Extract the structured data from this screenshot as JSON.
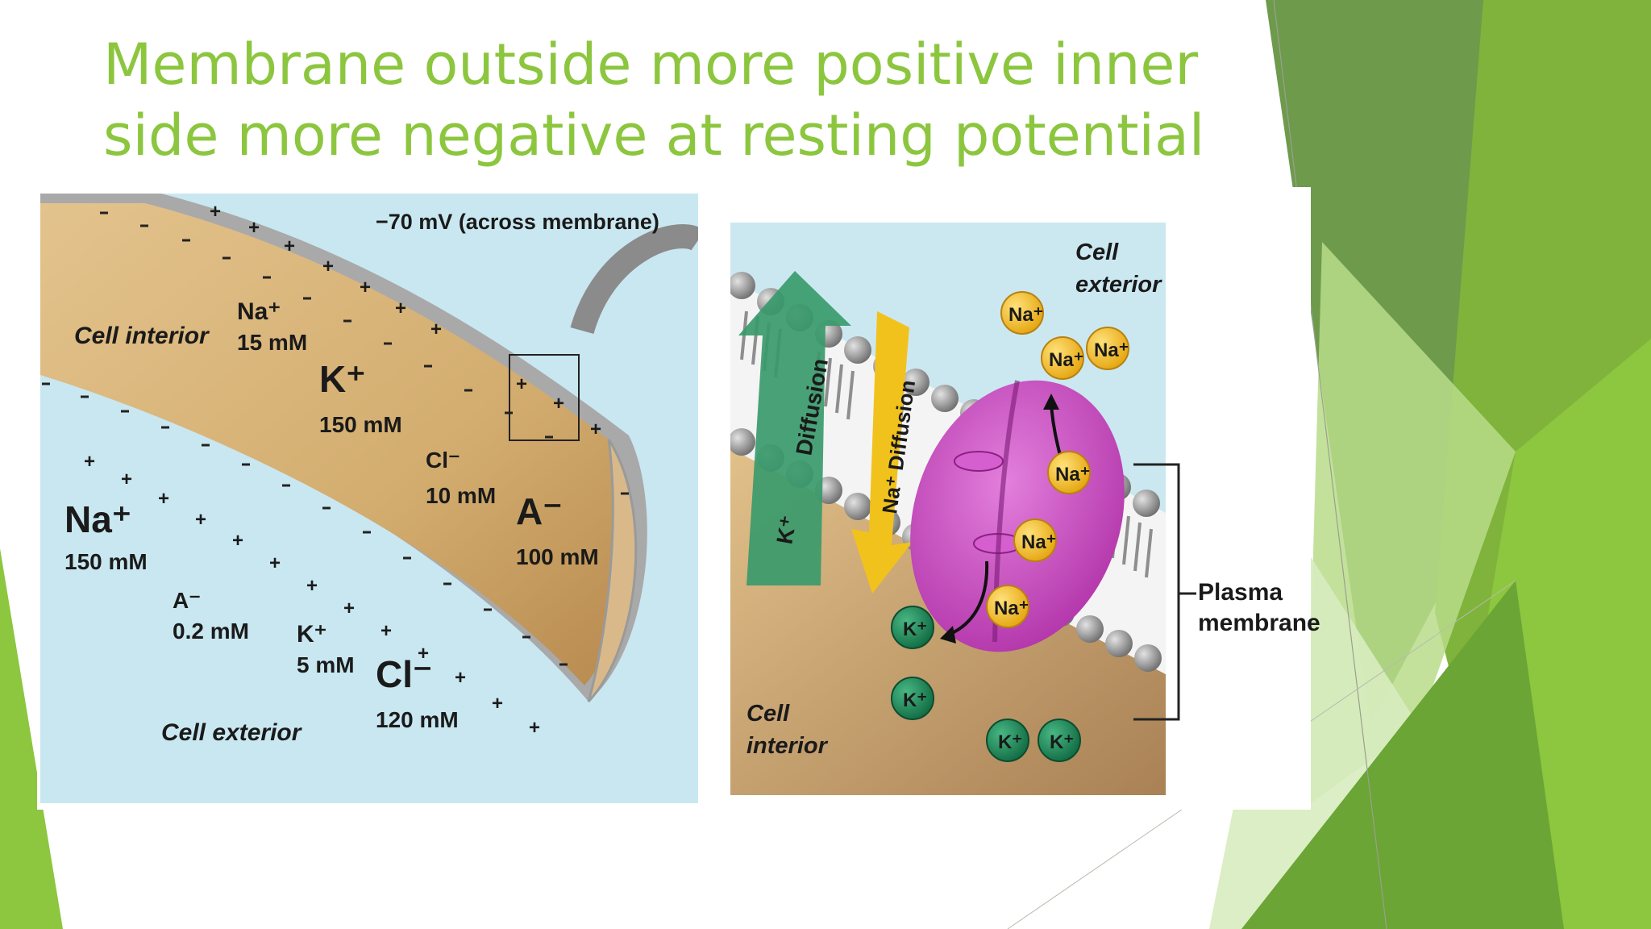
{
  "slide": {
    "title_line1": "Membrane outside more positive inner",
    "title_line2": "side more negative at resting potential"
  },
  "left_panel": {
    "voltage": "−70 mV (across membrane)",
    "cell_interior": "Cell interior",
    "cell_exterior": "Cell exterior",
    "inside_ions": [
      {
        "sym": "Na⁺",
        "conc": "15 mM"
      },
      {
        "sym": "K⁺",
        "conc": "150 mM"
      },
      {
        "sym": "Cl⁻",
        "conc": "10 mM"
      },
      {
        "sym": "A⁻",
        "conc": "100 mM"
      }
    ],
    "outside_ions": [
      {
        "sym": "Na⁺",
        "conc": "150 mM"
      },
      {
        "sym": "A⁻",
        "conc": "0.2 mM"
      },
      {
        "sym": "K⁺",
        "conc": "5 mM"
      },
      {
        "sym": "Cl⁻",
        "conc": "120 mM"
      }
    ]
  },
  "right_panel": {
    "cell_exterior_l1": "Cell",
    "cell_exterior_l2": "exterior",
    "cell_interior_l1": "Cell",
    "cell_interior_l2": "interior",
    "k_diffusion": "Diffusion",
    "k_ion": "K⁺",
    "na_diffusion": "Na⁺ Diffusion",
    "plasma_l1": "Plasma",
    "plasma_l2": "membrane",
    "na_label": "Na⁺",
    "k_label": "K⁺"
  },
  "colors": {
    "title": "#8cc63f",
    "green_dark": "#5a8a2e",
    "green_mid": "#76b041",
    "green_light": "#a8d46f",
    "panel_bg": "#c9e7f0",
    "cytoplasm": "#d6b377",
    "pump": "#c041b8",
    "na_ion": "#f2b41c",
    "k_ion": "#1e8a5a"
  }
}
